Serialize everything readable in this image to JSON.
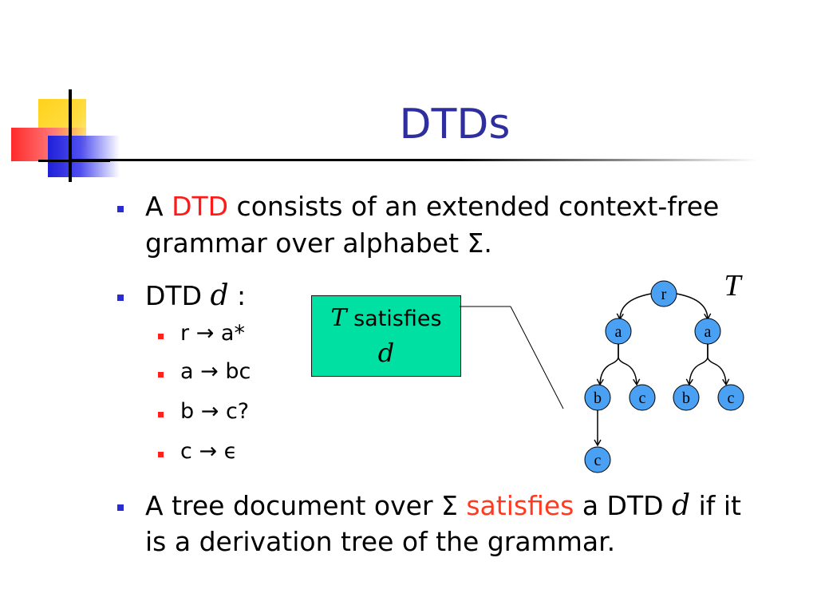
{
  "slide": {
    "title": "DTDs"
  },
  "bullets": {
    "b1": {
      "a": "A ",
      "dtd": "DTD",
      "rest": " consists of an extended context-free",
      "line2": "grammar over alphabet Σ."
    },
    "b2": {
      "label": "DTD ",
      "var": "d",
      "colon": " :"
    },
    "rules": [
      {
        "lhs": "r",
        "arrow": "→",
        "rhs": "a*"
      },
      {
        "lhs": "a",
        "arrow": "→",
        "rhs": "bc"
      },
      {
        "lhs": "b",
        "arrow": "→",
        "rhs": "c?"
      },
      {
        "lhs": "c",
        "arrow": "→",
        "rhs": "ϵ"
      }
    ],
    "b3": {
      "p1": "A tree document over Σ ",
      "satisfies": "satisfies",
      "p2": " a DTD ",
      "var": "d",
      "p3": " if it",
      "line2": "is a derivation tree of the grammar."
    }
  },
  "callout": {
    "t": "T",
    "satisfies": "satisfies",
    "d": "d"
  },
  "tree": {
    "label": "T",
    "nodes": {
      "root": "r",
      "a_left": "a",
      "a_right": "a",
      "b_left": "b",
      "c_left": "c",
      "b_right": "b",
      "c_right": "c",
      "c_bottom": "c"
    }
  },
  "colors": {
    "title": "#2e2e9e",
    "accent_red": "#ff1a1a",
    "accent_orange": "#ff3a1f",
    "callout_fill": "#00e0a2",
    "node_fill": "#4aa0f2",
    "bullet_blue": "#2b2bd6",
    "bullet_red": "#ff2020"
  }
}
